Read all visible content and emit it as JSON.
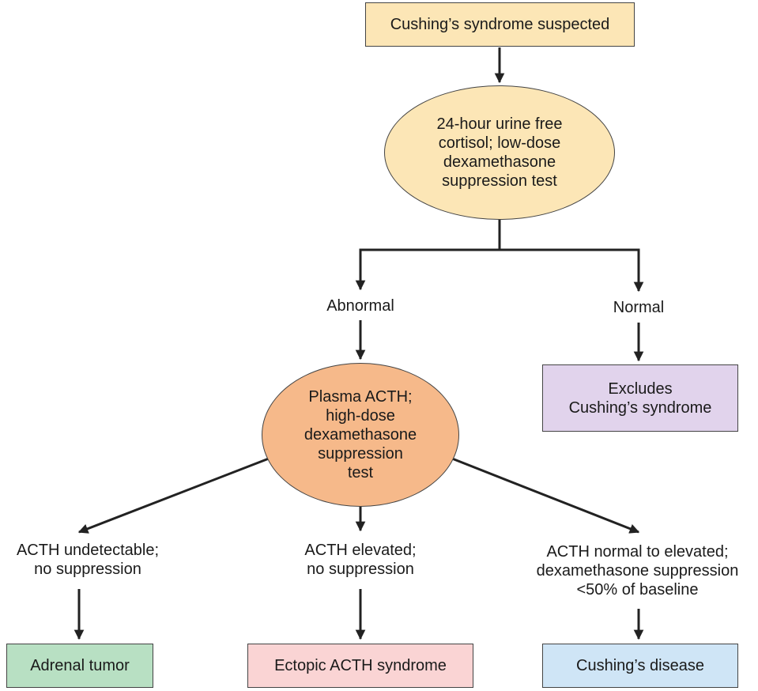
{
  "colors": {
    "start": "#fce6b6",
    "test1": "#fce6b6",
    "test2": "#f6b98a",
    "excludes": "#e1d3ec",
    "adrenal": "#b8e0c3",
    "ectopic": "#fad4d4",
    "disease": "#cfe5f6",
    "line": "#222222"
  },
  "nodes": {
    "start": {
      "lines": [
        "Cushing’s syndrome suspected"
      ]
    },
    "test1": {
      "lines": [
        "24-hour urine free",
        "cortisol; low-dose",
        "dexamethasone",
        "suppression test"
      ]
    },
    "abnormal": {
      "lines": [
        "Abnormal"
      ]
    },
    "normal": {
      "lines": [
        "Normal"
      ]
    },
    "excludes": {
      "lines": [
        "Excludes",
        "Cushing’s syndrome"
      ]
    },
    "test2": {
      "lines": [
        "Plasma ACTH;",
        "high-dose",
        "dexamethasone",
        "suppression",
        "test"
      ]
    },
    "res_left": {
      "lines": [
        "ACTH undetectable;",
        "no suppression"
      ]
    },
    "res_mid": {
      "lines": [
        "ACTH elevated;",
        "no suppression"
      ]
    },
    "res_right": {
      "lines": [
        "ACTH normal to elevated;",
        "dexamethasone suppression",
        "<50% of baseline"
      ]
    },
    "adrenal": {
      "lines": [
        "Adrenal tumor"
      ]
    },
    "ectopic": {
      "lines": [
        "Ectopic ACTH syndrome"
      ]
    },
    "disease": {
      "lines": [
        "Cushing’s disease"
      ]
    }
  }
}
